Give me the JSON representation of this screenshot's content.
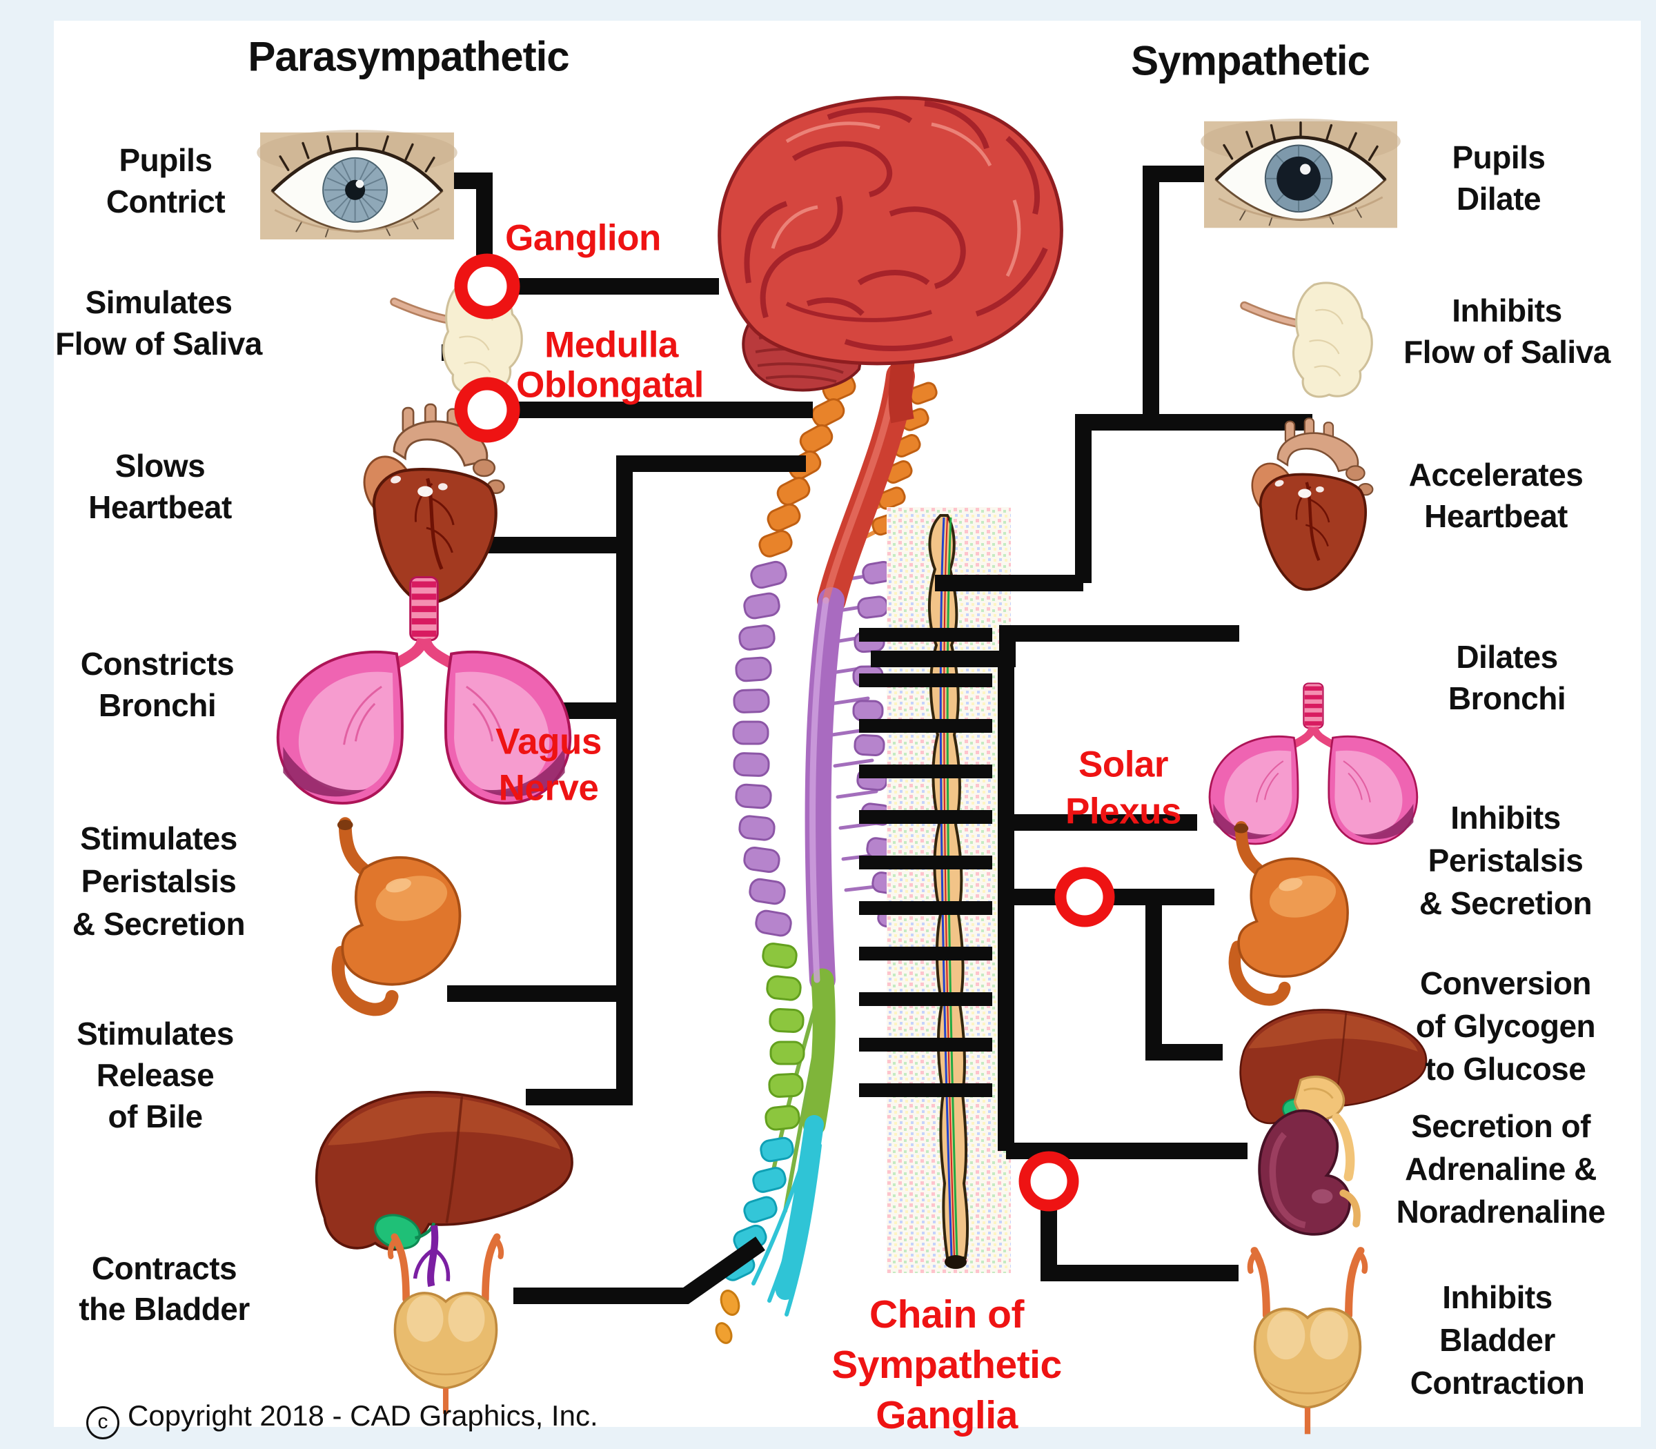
{
  "titles": {
    "parasympathetic": "Parasympathetic",
    "sympathetic": "Sympathetic"
  },
  "parasympathetic_effects": [
    {
      "lines": [
        "Pupils",
        "Contrict"
      ]
    },
    {
      "lines": [
        "Simulates",
        "Flow of Saliva"
      ]
    },
    {
      "lines": [
        "Slows",
        "Heartbeat"
      ]
    },
    {
      "lines": [
        "Constricts",
        "Bronchi"
      ]
    },
    {
      "lines": [
        "Stimulates",
        "Peristalsis",
        "& Secretion"
      ]
    },
    {
      "lines": [
        "Stimulates",
        "Release",
        "of Bile"
      ]
    },
    {
      "lines": [
        "Contracts",
        "the Bladder"
      ]
    }
  ],
  "sympathetic_effects": [
    {
      "lines": [
        "Pupils",
        "Dilate"
      ]
    },
    {
      "lines": [
        "Inhibits",
        "Flow of Saliva"
      ]
    },
    {
      "lines": [
        "Accelerates",
        "Heartbeat"
      ]
    },
    {
      "lines": [
        "Dilates",
        "Bronchi"
      ]
    },
    {
      "lines": [
        "Inhibits",
        "Peristalsis",
        "& Secretion"
      ]
    },
    {
      "lines": [
        "Conversion",
        "of Glycogen",
        "to Glucose"
      ]
    },
    {
      "lines": [
        "Secretion of",
        "Adrenaline &",
        "Noradrenaline"
      ]
    },
    {
      "lines": [
        "Inhibits",
        "Bladder",
        "Contraction"
      ]
    }
  ],
  "anatomy_labels": {
    "ganglion": "Ganglion",
    "medulla": [
      "Medulla",
      "Oblongatal"
    ],
    "vagus": [
      "Vagus",
      "Nerve"
    ],
    "solar": [
      "Solar",
      "Plexus"
    ],
    "chain": [
      "Chain of",
      "Sympathetic",
      "Ganglia"
    ]
  },
  "copyright": {
    "symbol": "c",
    "text": "Copyright 2018 - CAD Graphics, Inc."
  },
  "icons": {
    "brain": "brain-icon",
    "spinal_cord": "spinal-cord-icon",
    "sympathetic_chain": "sympathetic-chain-icon",
    "eye_constricted": "constricted-pupil-eye-icon",
    "eye_dilated": "dilated-pupil-eye-icon",
    "salivary_gland": "salivary-gland-icon",
    "heart": "heart-icon",
    "lungs": "lungs-icon",
    "stomach": "stomach-icon",
    "liver": "liver-icon",
    "kidney_adrenal": "kidney-adrenal-icon",
    "bladder": "bladder-icon",
    "ganglion_ring": "ganglion-ring-icon",
    "medulla_ring": "medulla-ring-icon",
    "solar_plexus_ring": "solar-plexus-ring-icon",
    "chain_ganglion_ring": "chain-ganglion-ring-icon"
  },
  "colors": {
    "background_frame": "#e9f2f8",
    "paper": "#ffffff",
    "line_black": "#0c0c0c",
    "accent_red": "#ee1313",
    "brain_red": "#d5463f",
    "vertebra_cervical_orange": "#e8832a",
    "vertebra_thoracic_purple": "#b684cc",
    "vertebra_lumbar_green": "#8cc63e",
    "vertebra_sacral_cyan": "#33c6d8",
    "chain_tan": "#f2c488",
    "lung_pink": "#ef64b2",
    "stomach_orange": "#e0762c",
    "liver_brown": "#93301c",
    "kidney_maroon": "#7d2746",
    "bladder_tan": "#e9bc6e"
  }
}
